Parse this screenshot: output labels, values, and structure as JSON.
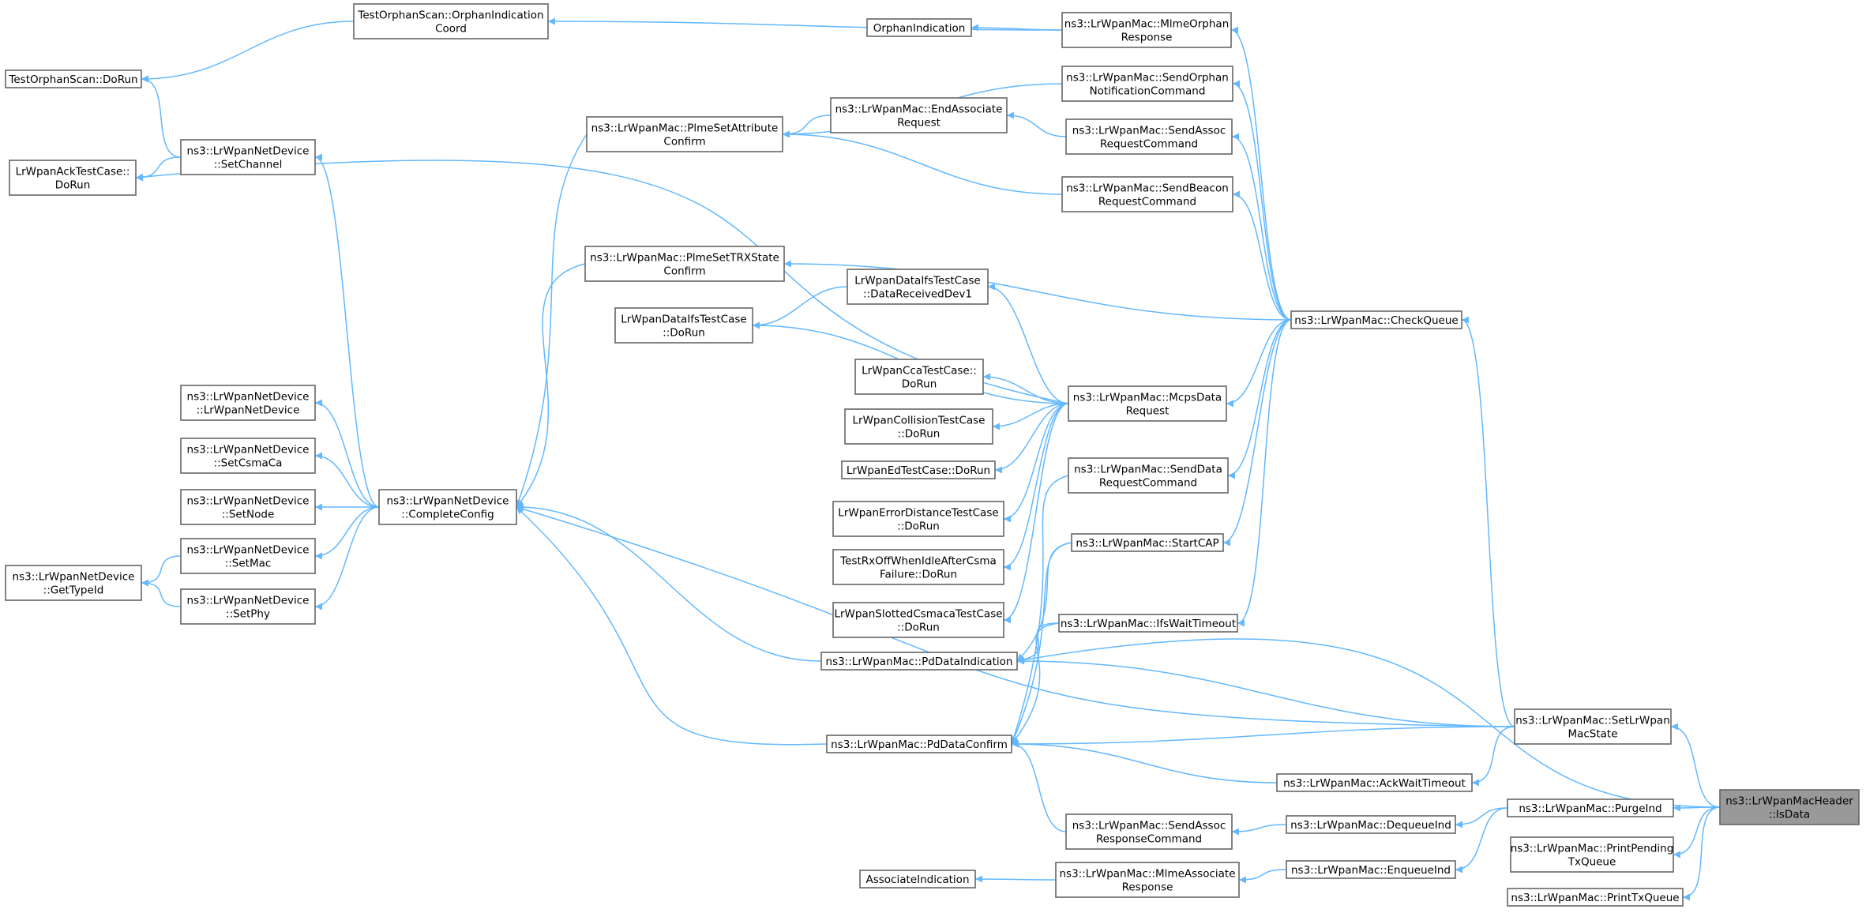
{
  "diagram": {
    "type": "call-graph",
    "colors": {
      "edge": "#63b8ff",
      "node_border": "#666666",
      "node_fill": "#ffffff",
      "highlight_fill": "#999999",
      "text": "#000000"
    },
    "nodes": [
      {
        "id": "isdata",
        "lines": [
          "ns3::LrWpanMacHeader",
          "::IsData"
        ],
        "highlight": true
      },
      {
        "id": "setlrwpanmacstate",
        "lines": [
          "ns3::LrWpanMac::SetLrWpan",
          "MacState"
        ]
      },
      {
        "id": "purgeind",
        "lines": [
          "ns3::LrWpanMac::PurgeInd"
        ]
      },
      {
        "id": "printpendingtxqueue",
        "lines": [
          "ns3::LrWpanMac::PrintPending",
          "TxQueue"
        ]
      },
      {
        "id": "printtxqueue",
        "lines": [
          "ns3::LrWpanMac::PrintTxQueue"
        ]
      },
      {
        "id": "checkqueue",
        "lines": [
          "ns3::LrWpanMac::CheckQueue"
        ]
      },
      {
        "id": "ackwaittimeout",
        "lines": [
          "ns3::LrWpanMac::AckWaitTimeout"
        ]
      },
      {
        "id": "dequeueind",
        "lines": [
          "ns3::LrWpanMac::DequeueInd"
        ]
      },
      {
        "id": "enqueueind",
        "lines": [
          "ns3::LrWpanMac::EnqueueInd"
        ]
      },
      {
        "id": "mlmeorphanresponse",
        "lines": [
          "ns3::LrWpanMac::MlmeOrphan",
          "Response"
        ]
      },
      {
        "id": "sendorphannotificationcommand",
        "lines": [
          "ns3::LrWpanMac::SendOrphan",
          "NotificationCommand"
        ]
      },
      {
        "id": "sendassocrequestcommand",
        "lines": [
          "ns3::LrWpanMac::SendAssoc",
          "RequestCommand"
        ]
      },
      {
        "id": "sendbeaconrequestcommand",
        "lines": [
          "ns3::LrWpanMac::SendBeacon",
          "RequestCommand"
        ]
      },
      {
        "id": "mcpsdatarequest",
        "lines": [
          "ns3::LrWpanMac::McpsData",
          "Request"
        ]
      },
      {
        "id": "senddatarequestcommand",
        "lines": [
          "ns3::LrWpanMac::SendData",
          "RequestCommand"
        ]
      },
      {
        "id": "startcap",
        "lines": [
          "ns3::LrWpanMac::StartCAP"
        ]
      },
      {
        "id": "ifswaittimeout",
        "lines": [
          "ns3::LrWpanMac::IfsWaitTimeout"
        ]
      },
      {
        "id": "sendassocresponsecommand",
        "lines": [
          "ns3::LrWpanMac::SendAssoc",
          "ResponseCommand"
        ]
      },
      {
        "id": "mlmeassociateresponse",
        "lines": [
          "ns3::LrWpanMac::MlmeAssociate",
          "Response"
        ]
      },
      {
        "id": "orphanindication",
        "lines": [
          "OrphanIndication"
        ]
      },
      {
        "id": "endassociaterequest",
        "lines": [
          "ns3::LrWpanMac::EndAssociate",
          "Request"
        ]
      },
      {
        "id": "datareceiveddev1",
        "lines": [
          "LrWpanDataIfsTestCase",
          "::DataReceivedDev1"
        ]
      },
      {
        "id": "lrwpanccatestcase-dorun",
        "lines": [
          "LrWpanCcaTestCase::",
          "DoRun"
        ]
      },
      {
        "id": "lrwpancollisiontestcase-dorun",
        "lines": [
          "LrWpanCollisionTestCase",
          "::DoRun"
        ]
      },
      {
        "id": "lrwpanedtestcase-dorun",
        "lines": [
          "LrWpanEdTestCase::DoRun"
        ]
      },
      {
        "id": "lrwpanerrordistancetestcase-dorun",
        "lines": [
          "LrWpanErrorDistanceTestCase",
          "::DoRun"
        ]
      },
      {
        "id": "testrxoffwhenidleaftercsma-dorun",
        "lines": [
          "TestRxOffWhenIdleAfterCsma",
          "Failure::DoRun"
        ]
      },
      {
        "id": "lrwpanslottedcsmacatestcase-dorun",
        "lines": [
          "LrWpanSlottedCsmacaTestCase",
          "::DoRun"
        ]
      },
      {
        "id": "pddataindication",
        "lines": [
          "ns3::LrWpanMac::PdDataIndication"
        ]
      },
      {
        "id": "pddataconfirm",
        "lines": [
          "ns3::LrWpanMac::PdDataConfirm"
        ]
      },
      {
        "id": "associateindication",
        "lines": [
          "AssociateIndication"
        ]
      },
      {
        "id": "plmesetattributeconfirm",
        "lines": [
          "ns3::LrWpanMac::PlmeSetAttribute",
          "Confirm"
        ]
      },
      {
        "id": "plmesettrxstateconfirm",
        "lines": [
          "ns3::LrWpanMac::PlmeSetTRXState",
          "Confirm"
        ]
      },
      {
        "id": "lrwpandataifstestcase-dorun",
        "lines": [
          "LrWpanDataIfsTestCase",
          "::DoRun"
        ]
      },
      {
        "id": "testorphanscan-orphanindicationcoord",
        "lines": [
          "TestOrphanScan::OrphanIndication",
          "Coord"
        ]
      },
      {
        "id": "completeconfig",
        "lines": [
          "ns3::LrWpanNetDevice",
          "::CompleteConfig"
        ]
      },
      {
        "id": "setchannel",
        "lines": [
          "ns3::LrWpanNetDevice",
          "::SetChannel"
        ]
      },
      {
        "id": "lrwpannetdevice",
        "lines": [
          "ns3::LrWpanNetDevice",
          "::LrWpanNetDevice"
        ]
      },
      {
        "id": "setcsmaca",
        "lines": [
          "ns3::LrWpanNetDevice",
          "::SetCsmaCa"
        ]
      },
      {
        "id": "setnode",
        "lines": [
          "ns3::LrWpanNetDevice",
          "::SetNode"
        ]
      },
      {
        "id": "setmac",
        "lines": [
          "ns3::LrWpanNetDevice",
          "::SetMac"
        ]
      },
      {
        "id": "setphy",
        "lines": [
          "ns3::LrWpanNetDevice",
          "::SetPhy"
        ]
      },
      {
        "id": "testorphanscan-dorun",
        "lines": [
          "TestOrphanScan::DoRun"
        ]
      },
      {
        "id": "lrwpanacktestcase-dorun",
        "lines": [
          "LrWpanAckTestCase::",
          "DoRun"
        ]
      },
      {
        "id": "gettypeid",
        "lines": [
          "ns3::LrWpanNetDevice",
          "::GetTypeId"
        ]
      }
    ],
    "edges": [
      {
        "from": "setlrwpanmacstate",
        "to": "isdata"
      },
      {
        "from": "purgeind",
        "to": "isdata"
      },
      {
        "from": "printpendingtxqueue",
        "to": "isdata"
      },
      {
        "from": "printtxqueue",
        "to": "isdata"
      },
      {
        "from": "pddataindication",
        "to": "isdata"
      },
      {
        "from": "checkqueue",
        "to": "setlrwpanmacstate"
      },
      {
        "from": "ackwaittimeout",
        "to": "setlrwpanmacstate"
      },
      {
        "from": "pddataindication",
        "to": "setlrwpanmacstate"
      },
      {
        "from": "pddataconfirm",
        "to": "setlrwpanmacstate"
      },
      {
        "from": "completeconfig",
        "to": "setlrwpanmacstate"
      },
      {
        "from": "dequeueind",
        "to": "purgeind"
      },
      {
        "from": "enqueueind",
        "to": "purgeind"
      },
      {
        "from": "mlmeorphanresponse",
        "to": "checkqueue"
      },
      {
        "from": "sendorphannotificationcommand",
        "to": "checkqueue"
      },
      {
        "from": "sendassocrequestcommand",
        "to": "checkqueue"
      },
      {
        "from": "sendbeaconrequestcommand",
        "to": "checkqueue"
      },
      {
        "from": "mcpsdatarequest",
        "to": "checkqueue"
      },
      {
        "from": "senddatarequestcommand",
        "to": "checkqueue"
      },
      {
        "from": "startcap",
        "to": "checkqueue"
      },
      {
        "from": "ifswaittimeout",
        "to": "checkqueue"
      },
      {
        "from": "plmesettrxstateconfirm",
        "to": "checkqueue"
      },
      {
        "from": "pddataconfirm",
        "to": "ackwaittimeout"
      },
      {
        "from": "sendassocresponsecommand",
        "to": "dequeueind"
      },
      {
        "from": "mlmeassociateresponse",
        "to": "enqueueind"
      },
      {
        "from": "orphanindication",
        "to": "mlmeorphanresponse"
      },
      {
        "from": "testorphanscan-orphanindicationcoord",
        "to": "mlmeorphanresponse"
      },
      {
        "from": "plmesetattributeconfirm",
        "to": "sendorphannotificationcommand"
      },
      {
        "from": "endassociaterequest",
        "to": "sendassocrequestcommand"
      },
      {
        "from": "plmesetattributeconfirm",
        "to": "sendbeaconrequestcommand"
      },
      {
        "from": "plmesetattributeconfirm",
        "to": "endassociaterequest"
      },
      {
        "from": "datareceiveddev1",
        "to": "mcpsdatarequest"
      },
      {
        "from": "lrwpandataifstestcase-dorun",
        "to": "mcpsdatarequest"
      },
      {
        "from": "lrwpanccatestcase-dorun",
        "to": "mcpsdatarequest"
      },
      {
        "from": "lrwpancollisiontestcase-dorun",
        "to": "mcpsdatarequest"
      },
      {
        "from": "lrwpanedtestcase-dorun",
        "to": "mcpsdatarequest"
      },
      {
        "from": "lrwpanerrordistancetestcase-dorun",
        "to": "mcpsdatarequest"
      },
      {
        "from": "testrxoffwhenidleaftercsma-dorun",
        "to": "mcpsdatarequest"
      },
      {
        "from": "lrwpanslottedcsmacatestcase-dorun",
        "to": "mcpsdatarequest"
      },
      {
        "from": "lrwpanacktestcase-dorun",
        "to": "mcpsdatarequest"
      },
      {
        "from": "pddataconfirm",
        "to": "senddatarequestcommand"
      },
      {
        "from": "pddataindication",
        "to": "startcap"
      },
      {
        "from": "pddataconfirm",
        "to": "startcap"
      },
      {
        "from": "pddataindication",
        "to": "ifswaittimeout"
      },
      {
        "from": "pddataconfirm",
        "to": "ifswaittimeout"
      },
      {
        "from": "pddataconfirm",
        "to": "sendassocresponsecommand"
      },
      {
        "from": "associateindication",
        "to": "mlmeassociateresponse"
      },
      {
        "from": "lrwpandataifstestcase-dorun",
        "to": "datareceiveddev1"
      },
      {
        "from": "completeconfig",
        "to": "pddataindication"
      },
      {
        "from": "completeconfig",
        "to": "pddataconfirm"
      },
      {
        "from": "completeconfig",
        "to": "plmesetattributeconfirm"
      },
      {
        "from": "completeconfig",
        "to": "plmesettrxstateconfirm"
      },
      {
        "from": "testorphanscan-dorun",
        "to": "testorphanscan-orphanindicationcoord"
      },
      {
        "from": "setchannel",
        "to": "completeconfig"
      },
      {
        "from": "lrwpannetdevice",
        "to": "completeconfig"
      },
      {
        "from": "setcsmaca",
        "to": "completeconfig"
      },
      {
        "from": "setnode",
        "to": "completeconfig"
      },
      {
        "from": "setmac",
        "to": "completeconfig"
      },
      {
        "from": "setphy",
        "to": "completeconfig"
      },
      {
        "from": "testorphanscan-dorun",
        "to": "setchannel"
      },
      {
        "from": "lrwpanacktestcase-dorun",
        "to": "setchannel"
      },
      {
        "from": "gettypeid",
        "to": "setmac"
      },
      {
        "from": "gettypeid",
        "to": "setphy"
      }
    ]
  }
}
